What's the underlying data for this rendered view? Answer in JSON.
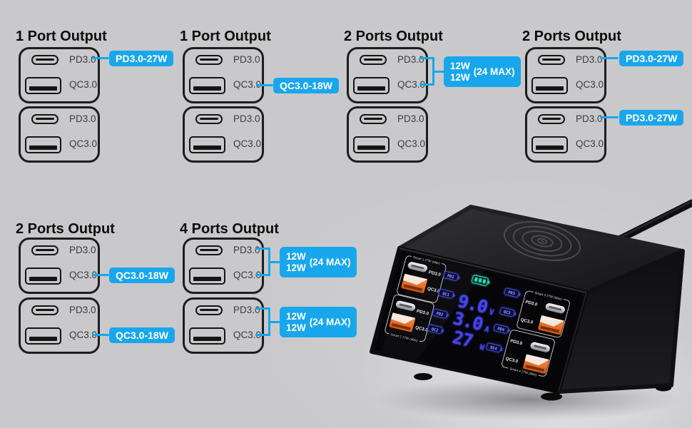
{
  "colors": {
    "background": "#c9c9cb",
    "accent_blue": "#18a7ec",
    "heading_text": "#0c0c0c",
    "port_label_gray": "#3c3c3c",
    "outline_black": "#1d1d1d",
    "device_black": "#111113",
    "display_digit_blue": "#4545f2",
    "display_green": "#2fd8b8",
    "usb_a_orange": "#e8651c"
  },
  "icons": {
    "usb_c_port": "usb-c-oval-with-bar",
    "usb_a_port": "usb-a-rect-with-bar",
    "wireless_pad": "concentric-arcs",
    "battery_status": "battery-outline"
  },
  "panels": [
    {
      "title": "1 Port Output",
      "groups": [
        {
          "ports": [
            {
              "label": "PD3.0"
            },
            {
              "label": "QC3.0"
            }
          ],
          "callout": {
            "type": "single",
            "attached_to": "PD3.0",
            "text": "PD3.0-27W"
          }
        },
        {
          "ports": [
            {
              "label": "PD3.0"
            },
            {
              "label": "QC3.0"
            }
          ]
        }
      ]
    },
    {
      "title": "1 Port Output",
      "groups": [
        {
          "ports": [
            {
              "label": "PD3.0"
            },
            {
              "label": "QC3.0"
            }
          ],
          "callout": {
            "type": "single",
            "attached_to": "QC3.0",
            "text": "QC3.0-18W"
          }
        },
        {
          "ports": [
            {
              "label": "PD3.0"
            },
            {
              "label": "QC3.0"
            }
          ]
        }
      ]
    },
    {
      "title": "2 Ports Output",
      "groups": [
        {
          "ports": [
            {
              "label": "PD3.0"
            },
            {
              "label": "QC3.0"
            }
          ],
          "callout": {
            "type": "bracket",
            "line1": "12W",
            "line2": "12W",
            "suffix": "(24 MAX)"
          }
        },
        {
          "ports": [
            {
              "label": "PD3.0"
            },
            {
              "label": "QC3.0"
            }
          ]
        }
      ]
    },
    {
      "title": "2 Ports Output",
      "groups": [
        {
          "ports": [
            {
              "label": "PD3.0"
            },
            {
              "label": "QC3.0"
            }
          ],
          "callout": {
            "type": "single",
            "attached_to": "PD3.0",
            "text": "PD3.0-27W"
          }
        },
        {
          "ports": [
            {
              "label": "PD3.0"
            },
            {
              "label": "QC3.0"
            }
          ],
          "callout": {
            "type": "single",
            "attached_to": "PD3.0",
            "text": "PD3.0-27W"
          }
        }
      ]
    },
    {
      "title": "2 Ports Output",
      "groups": [
        {
          "ports": [
            {
              "label": "PD3.0"
            },
            {
              "label": "QC3.0"
            }
          ],
          "callout": {
            "type": "single",
            "attached_to": "QC3.0",
            "text": "QC3.0-18W"
          }
        },
        {
          "ports": [
            {
              "label": "PD3.0"
            },
            {
              "label": "QC3.0"
            }
          ],
          "callout": {
            "type": "single",
            "attached_to": "QC3.0",
            "text": "QC3.0-18W"
          }
        }
      ]
    },
    {
      "title": "4 Ports Output",
      "groups": [
        {
          "ports": [
            {
              "label": "PD3.0"
            },
            {
              "label": "QC3.0"
            }
          ],
          "callout": {
            "type": "bracket",
            "line1": "12W",
            "line2": "12W",
            "suffix": "(24 MAX)"
          }
        },
        {
          "ports": [
            {
              "label": "PD3.0"
            },
            {
              "label": "QC3.0"
            }
          ],
          "callout": {
            "type": "bracket",
            "line1": "12W",
            "line2": "12W",
            "suffix": "(24 MAX)"
          }
        }
      ]
    }
  ],
  "product": {
    "display": {
      "voltage_value": "9.0",
      "voltage_unit": "V",
      "current_value": "3.0",
      "current_unit": "A",
      "power_value": "27",
      "power_unit": "W",
      "badges_left": [
        "PD1",
        "QC1",
        "PD2",
        "QC2"
      ],
      "badges_right": [
        "PD3",
        "QC3",
        "PD4",
        "QC4"
      ]
    },
    "port_groups": [
      {
        "group_label": "Smart 1 27W (Max)",
        "usb_c_label": "PD3.0",
        "usb_a_label": "QC3.0"
      },
      {
        "group_label": "Smart 2 27W (Max)",
        "usb_c_label": "PD3.0",
        "usb_a_label": "QC3.0"
      },
      {
        "group_label": "Smart 3 27W (Max)",
        "usb_c_label": "PD3.0",
        "usb_a_label": "QC3.0"
      },
      {
        "group_label": "Smart 4 27W (Max)",
        "usb_c_label": "PD3.0",
        "usb_a_label": "QC3.0"
      }
    ]
  }
}
